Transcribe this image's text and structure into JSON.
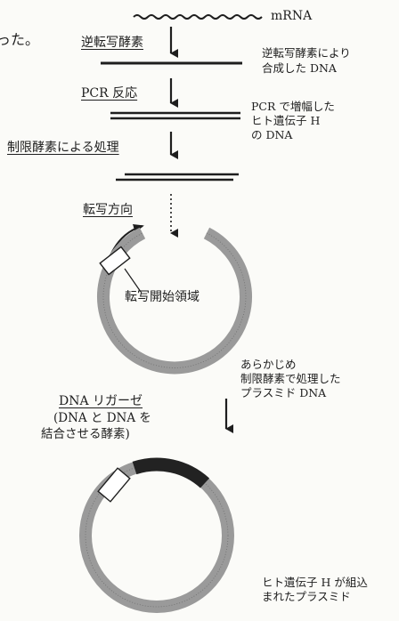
{
  "fragment": {
    "text": "った。"
  },
  "steps": {
    "reverse_transcriptase": "逆転写酵素",
    "pcr": "PCR 反応",
    "restriction": "制限酵素による処理",
    "transcription_direction": "転写方向",
    "ligase": "DNA リガーゼ",
    "ligase_note_line1": "(DNA と DNA を",
    "ligase_note_line2": "結合させる酵素)"
  },
  "notes": {
    "mrna": "mRNA",
    "cdna_line1": "逆転写酵素により",
    "cdna_line2": "合成した DNA",
    "pcr_line1": "PCR で増幅した",
    "pcr_line2": "ヒト遺伝子 H",
    "pcr_line3": "の DNA",
    "plasmid_line1": "あらかじめ",
    "plasmid_line2": "制限酵素で処理した",
    "plasmid_line3": "プラスミド DNA",
    "promoter": "転写開始領域",
    "recombinant_line1": "ヒト遺伝子 H が組込",
    "recombinant_line2": "まれたプラスミド"
  },
  "colors": {
    "ink": "#1e1e1e",
    "plasmid_ring": "#9a9a9a",
    "gene_insert": "#222222",
    "background": "#fbfbf8"
  }
}
